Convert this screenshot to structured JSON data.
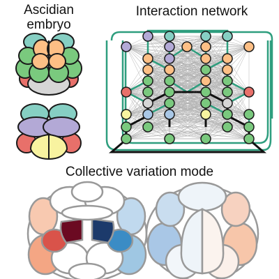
{
  "titles": {
    "embryo": "Ascidian\nembryo",
    "network": "Interaction network",
    "mode": "Collective variation mode"
  },
  "colors": {
    "cell_outline": "#1a1a1a",
    "network_edges_grey": "#b3b3b3",
    "network_edges_green": "#2e9e7e",
    "network_edges_black": "#111111",
    "cell_orange": "#fdbf85",
    "cell_green": "#7ac97e",
    "cell_teal": "#86cfc3",
    "cell_red": "#e8706a",
    "cell_grey": "#d6d6d6",
    "cell_purple": "#b3a9d6",
    "cell_yellow": "#f8f3a0",
    "cell_blue": "#a9c7e6",
    "mode_dark_red": "#6b0a22",
    "mode_dark_blue": "#1c3a6b",
    "mode_red": "#d9534a",
    "mode_blue": "#3b8cc5",
    "mode_light_red": "#f4a684",
    "mode_light_blue": "#9fc7e3",
    "mode_outline": "#999999"
  },
  "network": {
    "node_colors": [
      "purple",
      "teal",
      "teal",
      "teal",
      "purple",
      "purple",
      "orange",
      "orange",
      "orange",
      "orange",
      "purple",
      "orange",
      "orange",
      "orange",
      "orange",
      "green",
      "orange",
      "green",
      "green",
      "orange",
      "green",
      "red",
      "green",
      "green",
      "green",
      "green",
      "red",
      "grey",
      "green",
      "green",
      "grey",
      "yellow",
      "blue",
      "blue",
      "yellow"
    ]
  }
}
